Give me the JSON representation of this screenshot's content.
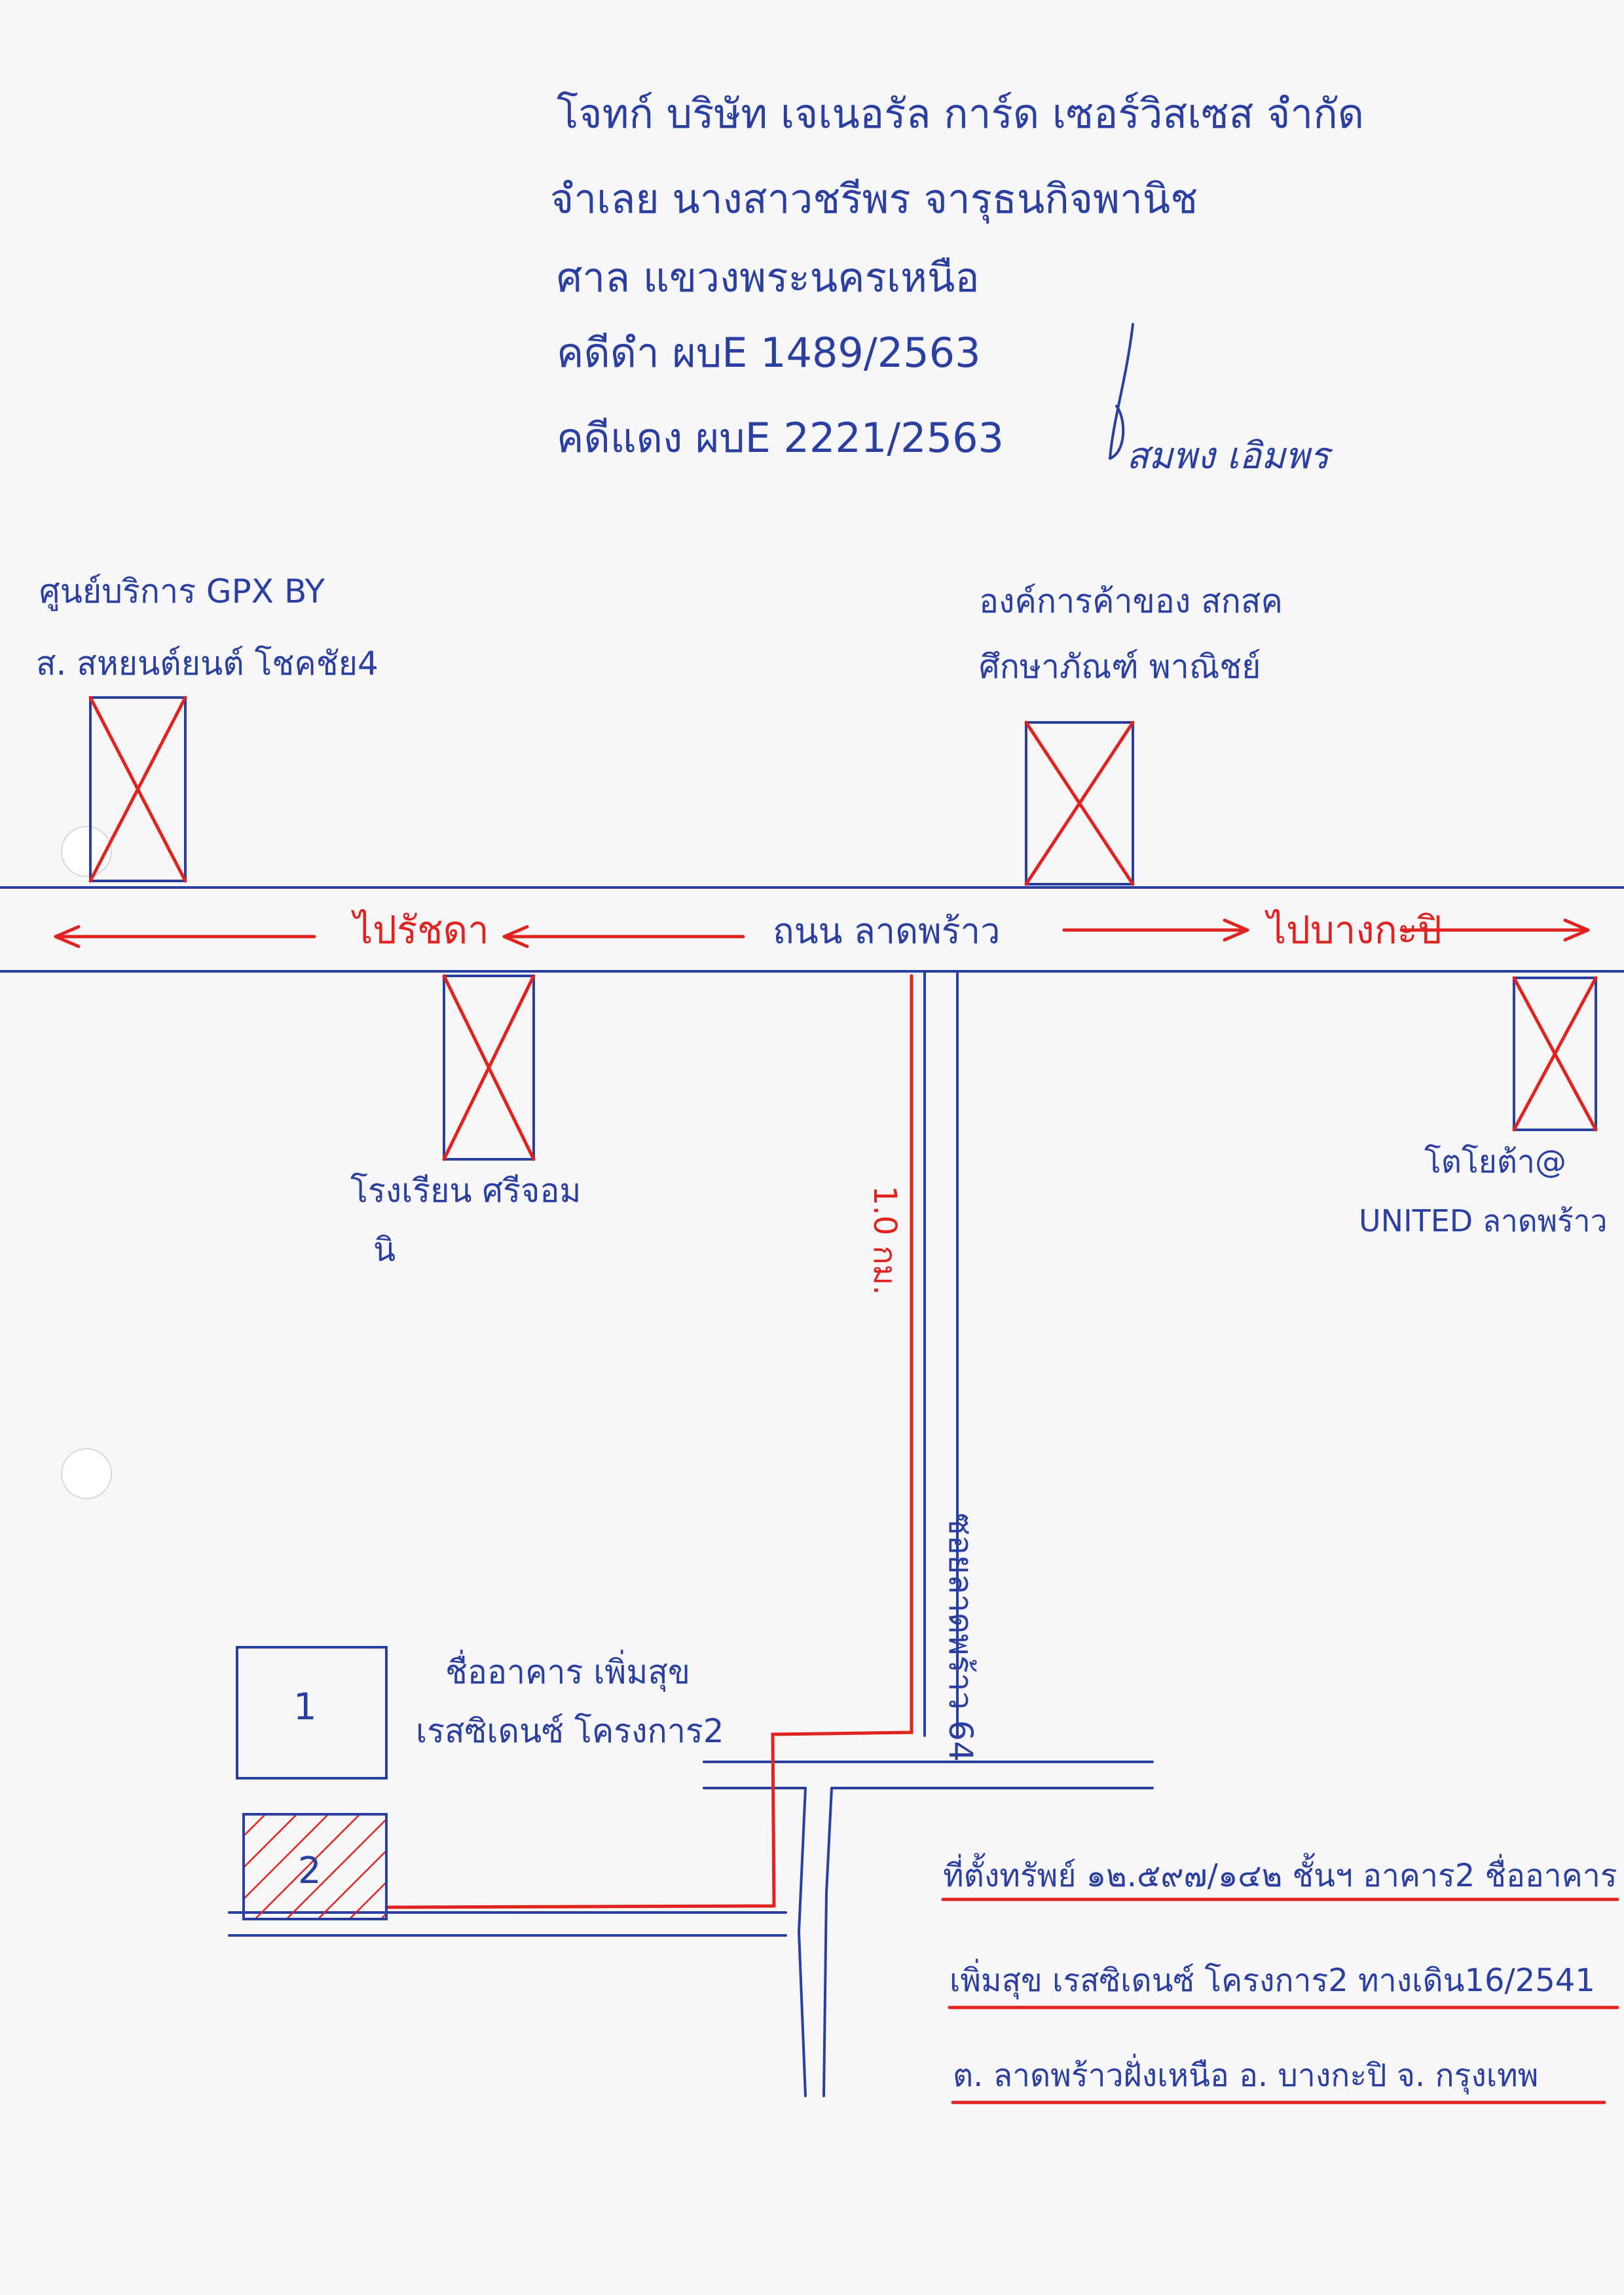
{
  "header": {
    "plaintiff": "โจทก์ บริษัท เจเนอรัล การ์ด เซอร์วิสเซส จำกัด",
    "defendant": "จำเลย นางสาวชรีพร จารุธนกิจพานิช",
    "court": "ศาล แขวงพระนครเหนือ",
    "black_case": "คดีดำ ผบE 1489/2563",
    "red_case": "คดีแดง ผบE 2221/2563",
    "signature_name": "สมพง เอิมพร"
  },
  "landmarks": {
    "top_left": [
      "ศูนย์บริการ GPX BY",
      "ส. สหยนต์ยนต์ โชคชัย4"
    ],
    "top_center": [
      "องค์การค้าของ สกสค",
      "ศึกษาภัณฑ์ พาณิชย์"
    ],
    "bottom_left": [
      "โรงเรียน ศรีจอม",
      "นิ"
    ],
    "bottom_right": [
      "โตโยต้า@",
      "UNITED ลาดพร้าว"
    ],
    "building": [
      "ชื่ออาคาร เพิ่มสุข",
      "เรสซิเดนซ์ โครงการ2"
    ]
  },
  "road": {
    "name": "ถนน ลาดพร้าว",
    "to_left": "ไปรัชดา",
    "to_right": "ไปบางกะปิ",
    "soi": "ซอยลาดพร้าว 64",
    "distance": "1.0 กม."
  },
  "plots": {
    "plot1": "1",
    "plot2": "2"
  },
  "address": {
    "line1": "ที่ตั้งทรัพย์ ๑๒.๕๙๗/๑๔๒ ชั้นฯ อาคาร2 ชื่ออาคาร",
    "line2": "เพิ่มสุข เรสซิเดนซ์ โครงการ2 ทางเดิน16/2541",
    "line3": "ต. ลาดพร้าวฝั่งเหนือ อ. บางกะปิ จ. กรุงเทพ"
  },
  "colors": {
    "ink": "#2b3fa0",
    "route": "#e0231f",
    "paper": "#f7f7f9"
  }
}
